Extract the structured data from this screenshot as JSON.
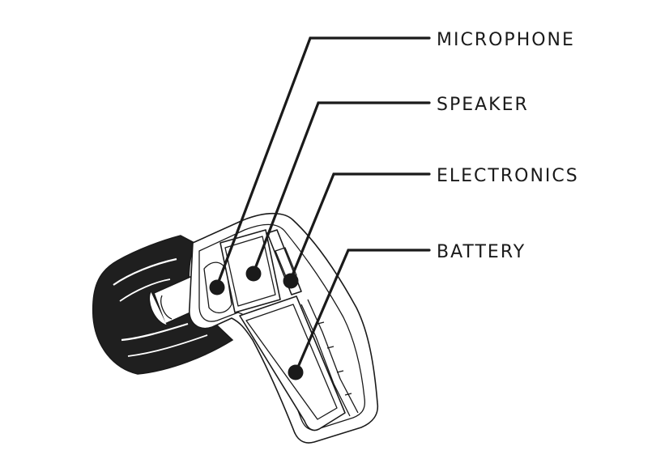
{
  "labels": {
    "microphone": "MICROPHONE",
    "speaker": "SPEAKER",
    "electronics": "ELECTRONICS",
    "battery": "BATTERY"
  },
  "colors": {
    "ink": "#1a1a1a",
    "background": "#ffffff"
  }
}
